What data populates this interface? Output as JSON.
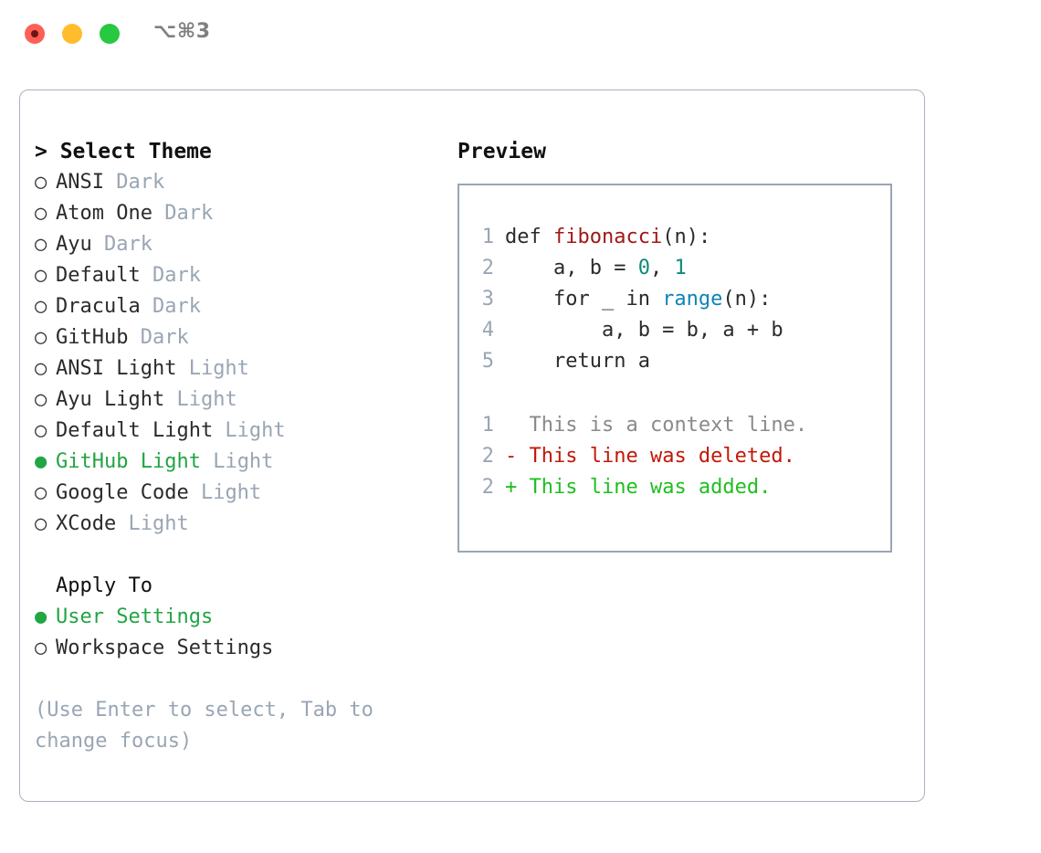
{
  "window": {
    "shortcut_label": "⌥⌘3",
    "traffic_lights": [
      {
        "name": "close",
        "color": "#ff5f57"
      },
      {
        "name": "minimize",
        "color": "#ffbd2e"
      },
      {
        "name": "zoom",
        "color": "#28c840"
      }
    ]
  },
  "theme_picker": {
    "heading": "> Select Theme",
    "selected_theme": "GitHub Light",
    "items": [
      {
        "label": "ANSI",
        "tag": " Dark",
        "selected": false,
        "bullet": "○"
      },
      {
        "label": "Atom One",
        "tag": " Dark",
        "selected": false,
        "bullet": "○"
      },
      {
        "label": "Ayu",
        "tag": " Dark",
        "selected": false,
        "bullet": "○"
      },
      {
        "label": "Default",
        "tag": " Dark",
        "selected": false,
        "bullet": "○"
      },
      {
        "label": "Dracula",
        "tag": " Dark",
        "selected": false,
        "bullet": "○"
      },
      {
        "label": "GitHub",
        "tag": " Dark",
        "selected": false,
        "bullet": "○"
      },
      {
        "label": "ANSI Light",
        "tag": " Light",
        "selected": false,
        "bullet": "○"
      },
      {
        "label": "Ayu Light",
        "tag": " Light",
        "selected": false,
        "bullet": "○"
      },
      {
        "label": "Default Light",
        "tag": " Light",
        "selected": false,
        "bullet": "○"
      },
      {
        "label": "GitHub Light",
        "tag": " Light",
        "selected": true,
        "bullet": "●"
      },
      {
        "label": "Google Code",
        "tag": " Light",
        "selected": false,
        "bullet": "○"
      },
      {
        "label": "XCode",
        "tag": " Light",
        "selected": false,
        "bullet": "○"
      }
    ]
  },
  "apply_to": {
    "heading": "Apply To",
    "selected_option": "User Settings",
    "items": [
      {
        "label": "User Settings",
        "selected": true,
        "bullet": "●"
      },
      {
        "label": "Workspace Settings",
        "selected": false,
        "bullet": "○"
      }
    ]
  },
  "hint": "(Use Enter to select, Tab to change focus)",
  "preview": {
    "heading": "Preview",
    "code_lines": [
      {
        "no": "1",
        "tokens": [
          {
            "t": "def ",
            "k": "plain"
          },
          {
            "t": "fibonacci",
            "k": "fn"
          },
          {
            "t": "(n):",
            "k": "plain"
          }
        ]
      },
      {
        "no": "2",
        "tokens": [
          {
            "t": "    a, b = ",
            "k": "plain"
          },
          {
            "t": "0",
            "k": "num"
          },
          {
            "t": ", ",
            "k": "plain"
          },
          {
            "t": "1",
            "k": "num"
          }
        ]
      },
      {
        "no": "3",
        "tokens": [
          {
            "t": "    for _ in ",
            "k": "plain"
          },
          {
            "t": "range",
            "k": "call"
          },
          {
            "t": "(n):",
            "k": "plain"
          }
        ]
      },
      {
        "no": "4",
        "tokens": [
          {
            "t": "        a, b = b, a + b",
            "k": "plain"
          }
        ]
      },
      {
        "no": "5",
        "tokens": [
          {
            "t": "    return a",
            "k": "plain"
          }
        ]
      }
    ],
    "diff_lines": [
      {
        "no": "1",
        "marker": "  ",
        "text": "This is a context line.",
        "kind": "ctx"
      },
      {
        "no": "2",
        "marker": "- ",
        "text": "This line was deleted.",
        "kind": "del"
      },
      {
        "no": "2",
        "marker": "+ ",
        "text": "This line was added.",
        "kind": "add"
      }
    ]
  },
  "colors": {
    "accent_green": "#22a544",
    "muted": "#9aa5b4",
    "border": "#a9b2c0",
    "preview_border": "#9aa5b4",
    "fn_red": "#a01818",
    "number_teal": "#0d8a7a",
    "call_blue": "#0e84b5",
    "diff_delete": "#c21807",
    "diff_add": "#1fbf1f",
    "diff_context": "#8a8a8a"
  }
}
